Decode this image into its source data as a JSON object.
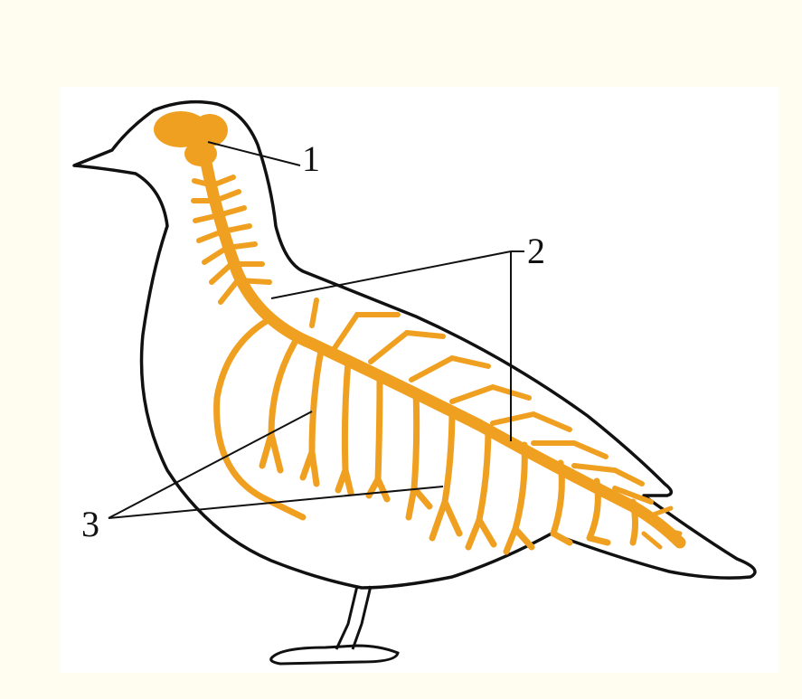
{
  "labels": {
    "brain": "1",
    "spinal_cord": "2",
    "nerves": "3"
  },
  "colors": {
    "nerve": "#f0a020",
    "nerve_dark": "#e49018",
    "outline": "#111111",
    "frame": "#fffdf0",
    "figure_bg": "#ffffff"
  }
}
